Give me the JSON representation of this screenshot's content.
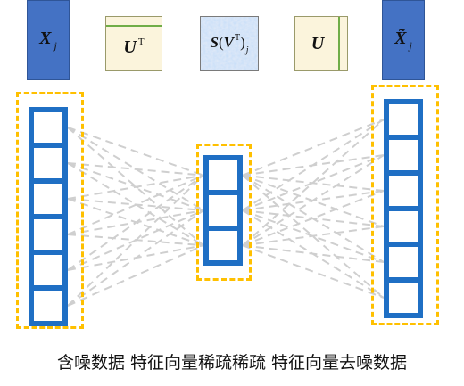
{
  "top_row": [
    {
      "id": "x",
      "symbol": "X",
      "sub": "j",
      "sup": "",
      "prefix": ""
    },
    {
      "id": "ut",
      "symbol": "U",
      "sub": "",
      "sup": "T",
      "prefix": ""
    },
    {
      "id": "s",
      "symbol": "S",
      "sub": "j",
      "sup": "T",
      "prefix": "",
      "text_a": "S",
      "text_b": "(",
      "text_c": "V",
      "text_d": ")"
    },
    {
      "id": "u",
      "symbol": "U",
      "sub": "",
      "sup": "",
      "prefix": ""
    },
    {
      "id": "xt",
      "symbol": "X̃",
      "sub": "j",
      "sup": "",
      "prefix": ""
    }
  ],
  "layers": {
    "input_cells": 6,
    "hidden_cells": 3,
    "output_cells": 6
  },
  "caption": "含噪数据 特征向量稀疏稀疏 特征向量去噪数据",
  "colors": {
    "blue_matrix": "#4472c4",
    "neuron_blue": "#1f6fc4",
    "dash_yellow": "#ffc000",
    "line_gray": "#cfcfcf",
    "beige": "#fbf4dc",
    "green_edge": "#70ad47"
  }
}
